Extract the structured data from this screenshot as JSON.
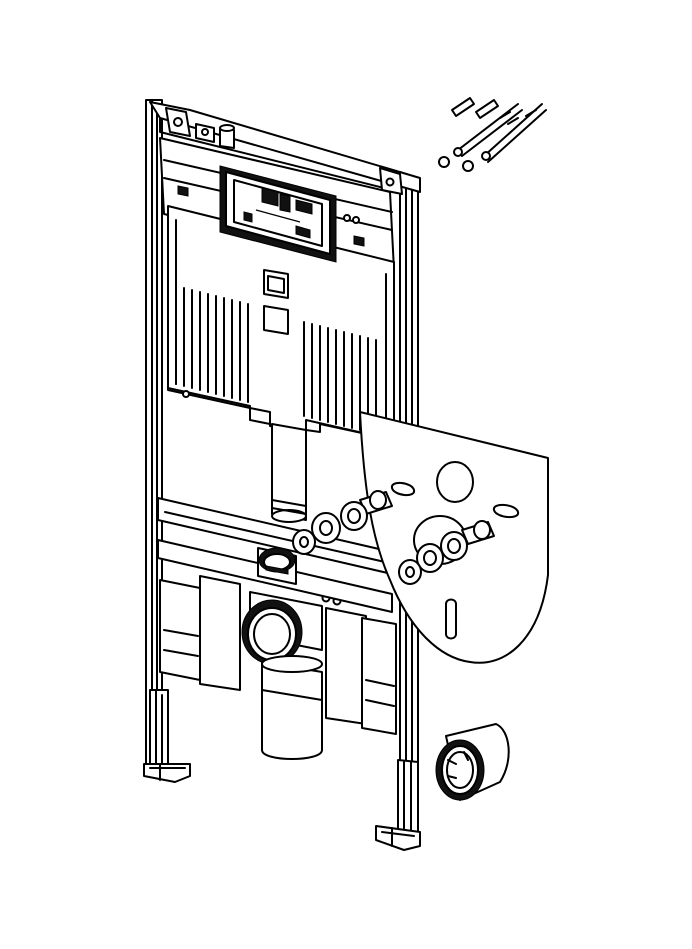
{
  "figure": {
    "background": "#ffffff",
    "line_color": "#000000",
    "frame_marking_left": "",
    "frame_marking_right": ""
  },
  "parts": [
    {
      "id": "installation-frame",
      "icon": "wc-installation-frame"
    },
    {
      "id": "cistern",
      "icon": "concealed-cistern"
    },
    {
      "id": "flush-plate-opening",
      "icon": "flush-plate-frame"
    },
    {
      "id": "flush-pipe",
      "icon": "flush-pipe"
    },
    {
      "id": "drain-elbow",
      "icon": "drain-elbow"
    },
    {
      "id": "sound-insulation-pad",
      "icon": "sound-insulation-pad"
    },
    {
      "id": "fixing-bolts",
      "icon": "fixing-bolts"
    },
    {
      "id": "connection-sleeve",
      "icon": "connection-sleeve"
    }
  ]
}
